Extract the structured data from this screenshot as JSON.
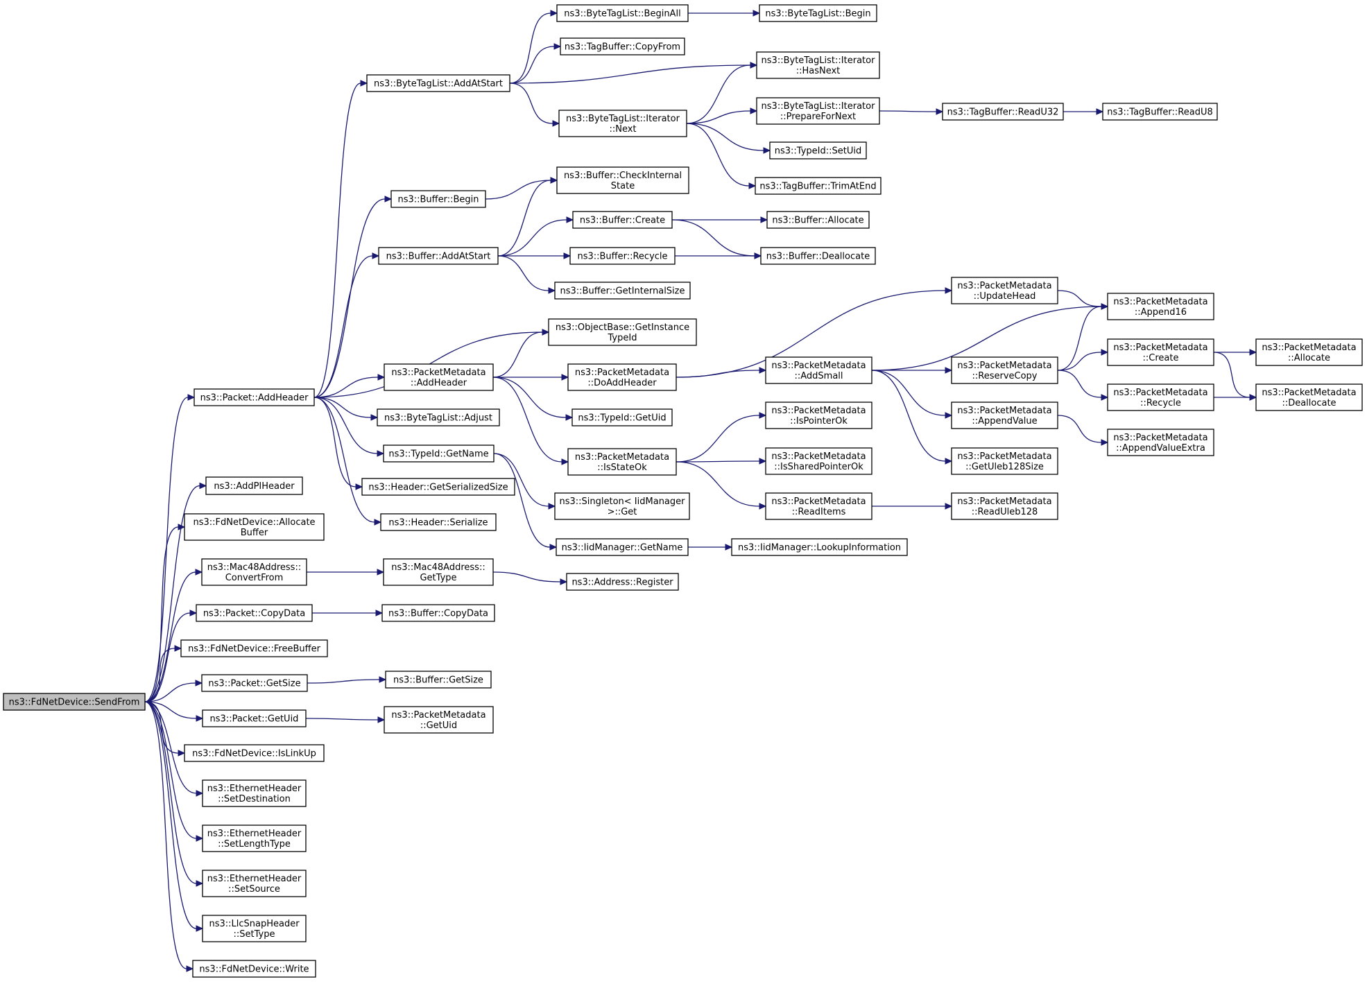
{
  "diagram": {
    "type": "call-graph",
    "root": "ns3::FdNetDevice::SendFrom",
    "colors": {
      "root_fill": "#bfbfbf",
      "node_fill": "#ffffff",
      "edge": "#191970"
    },
    "nodes": [
      {
        "id": "sendfrom",
        "lines": [
          "ns3::FdNetDevice::SendFrom"
        ]
      },
      {
        "id": "pkt_addheader",
        "lines": [
          "ns3::Packet::AddHeader"
        ]
      },
      {
        "id": "addpiheader",
        "lines": [
          "ns3::AddPIHeader"
        ]
      },
      {
        "id": "fd_allocbuf",
        "lines": [
          "ns3::FdNetDevice::Allocate",
          "Buffer"
        ]
      },
      {
        "id": "mac_convertfrom",
        "lines": [
          "ns3::Mac48Address::",
          "ConvertFrom"
        ]
      },
      {
        "id": "pkt_copydata",
        "lines": [
          "ns3::Packet::CopyData"
        ]
      },
      {
        "id": "fd_freebuf",
        "lines": [
          "ns3::FdNetDevice::FreeBuffer"
        ]
      },
      {
        "id": "pkt_getsize",
        "lines": [
          "ns3::Packet::GetSize"
        ]
      },
      {
        "id": "pkt_getuid",
        "lines": [
          "ns3::Packet::GetUid"
        ]
      },
      {
        "id": "fd_islinkup",
        "lines": [
          "ns3::FdNetDevice::IsLinkUp"
        ]
      },
      {
        "id": "eth_setdest",
        "lines": [
          "ns3::EthernetHeader",
          "::SetDestination"
        ]
      },
      {
        "id": "eth_setlen",
        "lines": [
          "ns3::EthernetHeader",
          "::SetLengthType"
        ]
      },
      {
        "id": "eth_setsrc",
        "lines": [
          "ns3::EthernetHeader",
          "::SetSource"
        ]
      },
      {
        "id": "llc_settype",
        "lines": [
          "ns3::LlcSnapHeader",
          "::SetType"
        ]
      },
      {
        "id": "fd_write",
        "lines": [
          "ns3::FdNetDevice::Write"
        ]
      },
      {
        "id": "btl_addatstart",
        "lines": [
          "ns3::ByteTagList::AddAtStart"
        ]
      },
      {
        "id": "buf_begin",
        "lines": [
          "ns3::Buffer::Begin"
        ]
      },
      {
        "id": "buf_addatstart",
        "lines": [
          "ns3::Buffer::AddAtStart"
        ]
      },
      {
        "id": "ob_getinstance",
        "lines": [
          "ns3::ObjectBase::GetInstance",
          "TypeId"
        ]
      },
      {
        "id": "pm_addheader",
        "lines": [
          "ns3::PacketMetadata",
          "::AddHeader"
        ]
      },
      {
        "id": "btl_adjust",
        "lines": [
          "ns3::ByteTagList::Adjust"
        ]
      },
      {
        "id": "typeid_getname",
        "lines": [
          "ns3::TypeId::GetName"
        ]
      },
      {
        "id": "hdr_getsersize",
        "lines": [
          "ns3::Header::GetSerializedSize"
        ]
      },
      {
        "id": "hdr_serialize",
        "lines": [
          "ns3::Header::Serialize"
        ]
      },
      {
        "id": "mac_gettype",
        "lines": [
          "ns3::Mac48Address::",
          "GetType"
        ]
      },
      {
        "id": "buf_copydata",
        "lines": [
          "ns3::Buffer::CopyData"
        ]
      },
      {
        "id": "buf_getsize",
        "lines": [
          "ns3::Buffer::GetSize"
        ]
      },
      {
        "id": "pm_getuid",
        "lines": [
          "ns3::PacketMetadata",
          "::GetUid"
        ]
      },
      {
        "id": "btl_beginall",
        "lines": [
          "ns3::ByteTagList::BeginAll"
        ]
      },
      {
        "id": "tb_copyfrom",
        "lines": [
          "ns3::TagBuffer::CopyFrom"
        ]
      },
      {
        "id": "btl_iter_next",
        "lines": [
          "ns3::ByteTagList::Iterator",
          "::Next"
        ]
      },
      {
        "id": "buf_checkinternal",
        "lines": [
          "ns3::Buffer::CheckInternal",
          "State"
        ]
      },
      {
        "id": "buf_create",
        "lines": [
          "ns3::Buffer::Create"
        ]
      },
      {
        "id": "buf_recycle",
        "lines": [
          "ns3::Buffer::Recycle"
        ]
      },
      {
        "id": "buf_getinternalsize",
        "lines": [
          "ns3::Buffer::GetInternalSize"
        ]
      },
      {
        "id": "pm_doaddheader",
        "lines": [
          "ns3::PacketMetadata",
          "::DoAddHeader"
        ]
      },
      {
        "id": "typeid_getuid",
        "lines": [
          "ns3::TypeId::GetUid"
        ]
      },
      {
        "id": "pm_isstateok",
        "lines": [
          "ns3::PacketMetadata",
          "::IsStateOk"
        ]
      },
      {
        "id": "singleton_get",
        "lines": [
          "ns3::Singleton< IidManager",
          ">::Get"
        ]
      },
      {
        "id": "iid_getname",
        "lines": [
          "ns3::IidManager::GetName"
        ]
      },
      {
        "id": "addr_register",
        "lines": [
          "ns3::Address::Register"
        ]
      },
      {
        "id": "btl_begin",
        "lines": [
          "ns3::ByteTagList::Begin"
        ]
      },
      {
        "id": "btl_iter_hasnext",
        "lines": [
          "ns3::ByteTagList::Iterator",
          "::HasNext"
        ]
      },
      {
        "id": "btl_iter_prepare",
        "lines": [
          "ns3::ByteTagList::Iterator",
          "::PrepareForNext"
        ]
      },
      {
        "id": "typeid_setuid",
        "lines": [
          "ns3::TypeId::SetUid"
        ]
      },
      {
        "id": "tb_trimatend",
        "lines": [
          "ns3::TagBuffer::TrimAtEnd"
        ]
      },
      {
        "id": "buf_allocate",
        "lines": [
          "ns3::Buffer::Allocate"
        ]
      },
      {
        "id": "buf_deallocate",
        "lines": [
          "ns3::Buffer::Deallocate"
        ]
      },
      {
        "id": "pm_addsmall",
        "lines": [
          "ns3::PacketMetadata",
          "::AddSmall"
        ]
      },
      {
        "id": "pm_ispointerok",
        "lines": [
          "ns3::PacketMetadata",
          "::IsPointerOk"
        ]
      },
      {
        "id": "pm_issharedok",
        "lines": [
          "ns3::PacketMetadata",
          "::IsSharedPointerOk"
        ]
      },
      {
        "id": "pm_readitems",
        "lines": [
          "ns3::PacketMetadata",
          "::ReadItems"
        ]
      },
      {
        "id": "iid_lookup",
        "lines": [
          "ns3::IidManager::LookupInformation"
        ]
      },
      {
        "id": "tb_readu32",
        "lines": [
          "ns3::TagBuffer::ReadU32"
        ]
      },
      {
        "id": "pm_updatehead",
        "lines": [
          "ns3::PacketMetadata",
          "::UpdateHead"
        ]
      },
      {
        "id": "pm_reservecopy",
        "lines": [
          "ns3::PacketMetadata",
          "::ReserveCopy"
        ]
      },
      {
        "id": "pm_appendvalue",
        "lines": [
          "ns3::PacketMetadata",
          "::AppendValue"
        ]
      },
      {
        "id": "pm_getuleb",
        "lines": [
          "ns3::PacketMetadata",
          "::GetUleb128Size"
        ]
      },
      {
        "id": "pm_readuleb",
        "lines": [
          "ns3::PacketMetadata",
          "::ReadUleb128"
        ]
      },
      {
        "id": "tb_readu8",
        "lines": [
          "ns3::TagBuffer::ReadU8"
        ]
      },
      {
        "id": "pm_append16",
        "lines": [
          "ns3::PacketMetadata",
          "::Append16"
        ]
      },
      {
        "id": "pm_create",
        "lines": [
          "ns3::PacketMetadata",
          "::Create"
        ]
      },
      {
        "id": "pm_recycle",
        "lines": [
          "ns3::PacketMetadata",
          "::Recycle"
        ]
      },
      {
        "id": "pm_appendextra",
        "lines": [
          "ns3::PacketMetadata",
          "::AppendValueExtra"
        ]
      },
      {
        "id": "pm_allocate",
        "lines": [
          "ns3::PacketMetadata",
          "::Allocate"
        ]
      },
      {
        "id": "pm_deallocate",
        "lines": [
          "ns3::PacketMetadata",
          "::Deallocate"
        ]
      }
    ],
    "edges": [
      [
        "sendfrom",
        "pkt_addheader"
      ],
      [
        "sendfrom",
        "addpiheader"
      ],
      [
        "sendfrom",
        "fd_allocbuf"
      ],
      [
        "sendfrom",
        "mac_convertfrom"
      ],
      [
        "sendfrom",
        "pkt_copydata"
      ],
      [
        "sendfrom",
        "fd_freebuf"
      ],
      [
        "sendfrom",
        "pkt_getsize"
      ],
      [
        "sendfrom",
        "pkt_getuid"
      ],
      [
        "sendfrom",
        "fd_islinkup"
      ],
      [
        "sendfrom",
        "eth_setdest"
      ],
      [
        "sendfrom",
        "eth_setlen"
      ],
      [
        "sendfrom",
        "eth_setsrc"
      ],
      [
        "sendfrom",
        "llc_settype"
      ],
      [
        "sendfrom",
        "fd_write"
      ],
      [
        "pkt_addheader",
        "btl_addatstart"
      ],
      [
        "pkt_addheader",
        "buf_begin"
      ],
      [
        "pkt_addheader",
        "buf_addatstart"
      ],
      [
        "pkt_addheader",
        "ob_getinstance"
      ],
      [
        "pkt_addheader",
        "pm_addheader"
      ],
      [
        "pkt_addheader",
        "btl_adjust"
      ],
      [
        "pkt_addheader",
        "typeid_getname"
      ],
      [
        "pkt_addheader",
        "hdr_getsersize"
      ],
      [
        "pkt_addheader",
        "hdr_serialize"
      ],
      [
        "mac_convertfrom",
        "mac_gettype"
      ],
      [
        "pkt_copydata",
        "buf_copydata"
      ],
      [
        "pkt_getsize",
        "buf_getsize"
      ],
      [
        "pkt_getuid",
        "pm_getuid"
      ],
      [
        "btl_addatstart",
        "btl_beginall"
      ],
      [
        "btl_addatstart",
        "tb_copyfrom"
      ],
      [
        "btl_addatstart",
        "btl_iter_hasnext"
      ],
      [
        "btl_addatstart",
        "btl_iter_next"
      ],
      [
        "buf_begin",
        "buf_checkinternal"
      ],
      [
        "buf_addatstart",
        "buf_checkinternal"
      ],
      [
        "buf_addatstart",
        "buf_create"
      ],
      [
        "buf_addatstart",
        "buf_recycle"
      ],
      [
        "buf_addatstart",
        "buf_getinternalsize"
      ],
      [
        "pm_addheader",
        "ob_getinstance"
      ],
      [
        "pm_addheader",
        "pm_doaddheader"
      ],
      [
        "pm_addheader",
        "typeid_getuid"
      ],
      [
        "pm_addheader",
        "pm_isstateok"
      ],
      [
        "typeid_getname",
        "singleton_get"
      ],
      [
        "typeid_getname",
        "iid_getname"
      ],
      [
        "mac_gettype",
        "addr_register"
      ],
      [
        "btl_beginall",
        "btl_begin"
      ],
      [
        "btl_iter_next",
        "btl_iter_hasnext"
      ],
      [
        "btl_iter_next",
        "btl_iter_prepare"
      ],
      [
        "btl_iter_next",
        "typeid_setuid"
      ],
      [
        "btl_iter_next",
        "tb_trimatend"
      ],
      [
        "buf_create",
        "buf_allocate"
      ],
      [
        "buf_create",
        "buf_deallocate"
      ],
      [
        "buf_recycle",
        "buf_deallocate"
      ],
      [
        "pm_doaddheader",
        "pm_updatehead"
      ],
      [
        "pm_doaddheader",
        "pm_addsmall"
      ],
      [
        "pm_isstateok",
        "pm_ispointerok"
      ],
      [
        "pm_isstateok",
        "pm_issharedok"
      ],
      [
        "pm_isstateok",
        "pm_readitems"
      ],
      [
        "iid_getname",
        "iid_lookup"
      ],
      [
        "btl_iter_prepare",
        "tb_readu32"
      ],
      [
        "tb_readu32",
        "tb_readu8"
      ],
      [
        "pm_addsmall",
        "pm_append16"
      ],
      [
        "pm_addsmall",
        "pm_reservecopy"
      ],
      [
        "pm_addsmall",
        "pm_appendvalue"
      ],
      [
        "pm_addsmall",
        "pm_getuleb"
      ],
      [
        "pm_updatehead",
        "pm_append16"
      ],
      [
        "pm_reservecopy",
        "pm_append16"
      ],
      [
        "pm_reservecopy",
        "pm_create"
      ],
      [
        "pm_reservecopy",
        "pm_recycle"
      ],
      [
        "pm_appendvalue",
        "pm_appendextra"
      ],
      [
        "pm_readitems",
        "pm_readuleb"
      ],
      [
        "pm_create",
        "pm_allocate"
      ],
      [
        "pm_create",
        "pm_deallocate"
      ],
      [
        "pm_recycle",
        "pm_deallocate"
      ]
    ]
  }
}
